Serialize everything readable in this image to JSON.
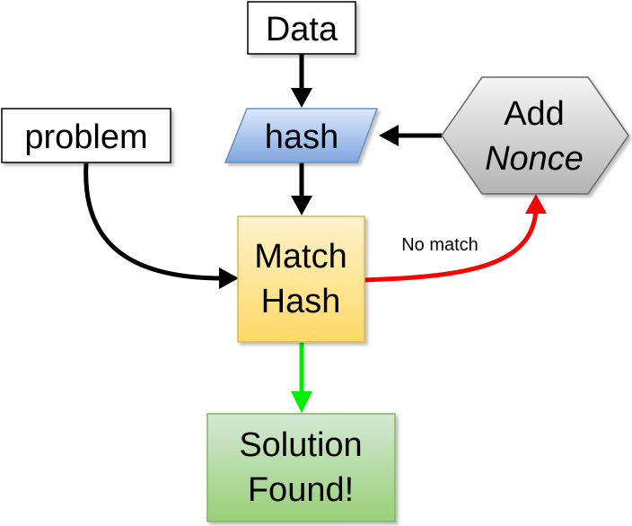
{
  "nodes": {
    "data": {
      "label": "Data"
    },
    "hash": {
      "label": "hash"
    },
    "problem": {
      "label": "problem"
    },
    "add_nonce": {
      "line1": "Add",
      "line2": "Nonce"
    },
    "match_hash": {
      "line1": "Match",
      "line2": "Hash"
    },
    "solution": {
      "line1": "Solution",
      "line2": "Found!"
    }
  },
  "edges": {
    "no_match_label": "No match"
  },
  "colors": {
    "black_arrow": "#000000",
    "red_arrow": "#ff0000",
    "green_arrow": "#00ee00",
    "hash_fill_top": "#dbe8fb",
    "hash_fill_bottom": "#7ea6e0",
    "hash_stroke": "#6c8ebf",
    "match_fill_top": "#fff2cc",
    "match_fill_bottom": "#ffd966",
    "match_stroke": "#d6b656",
    "solution_fill_top": "#d5e8d4",
    "solution_fill_bottom": "#97d077",
    "solution_stroke": "#82b366",
    "nonce_fill_top": "#f5f5f5",
    "nonce_fill_bottom": "#b3b3b3",
    "nonce_stroke": "#666666"
  }
}
